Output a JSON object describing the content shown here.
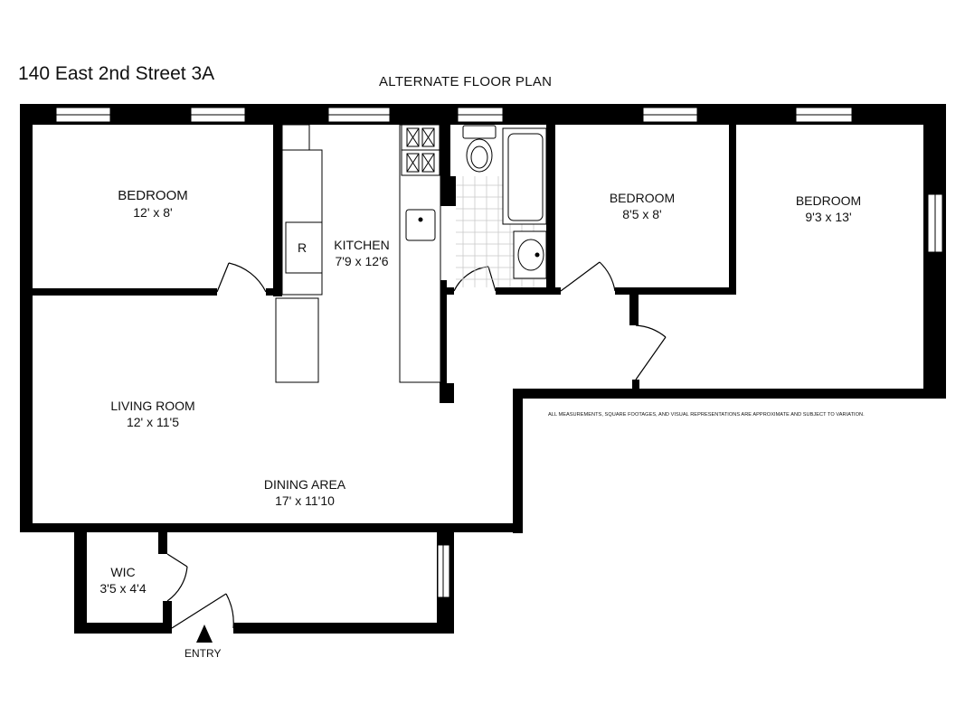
{
  "header": {
    "address": "140 East 2nd Street 3A",
    "plan_title": "ALTERNATE FLOOR PLAN"
  },
  "rooms": {
    "bedroom_left": {
      "name": "BEDROOM",
      "size": "12' x 8'"
    },
    "kitchen": {
      "name": "KITCHEN",
      "size": "7'9 x 12'6"
    },
    "bedroom_middle": {
      "name": "BEDROOM",
      "size": "8'5 x 8'"
    },
    "bedroom_right": {
      "name": "BEDROOM",
      "size": "9'3 x 13'"
    },
    "living_room": {
      "name": "LIVING ROOM",
      "size": "12' x 11'5"
    },
    "dining_area": {
      "name": "DINING AREA",
      "size": "17' x 11'10"
    },
    "wic": {
      "name": "WIC",
      "size": "3'5 x 4'4"
    }
  },
  "fixtures": {
    "refrigerator": "R"
  },
  "entry_label": "ENTRY",
  "disclaimer": "ALL MEASUREMENTS, SQUARE FOOTAGES, AND VISUAL REPRESENTATIONS ARE APPROXIMATE AND SUBJECT TO VARIATION."
}
